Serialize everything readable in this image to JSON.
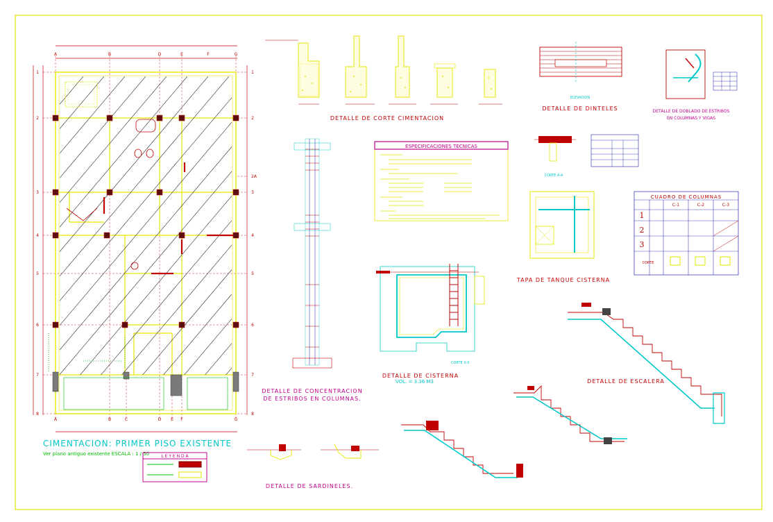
{
  "main_title": "CIMENTACION: PRIMER PISO EXISTENTE",
  "main_subtitle": "Ver plano antiguo existente  ESCALA :  1 / 50",
  "legend": {
    "title": "L E Y E N D A"
  },
  "axes_top": [
    "A",
    "B",
    "D",
    "E",
    "F",
    "G"
  ],
  "axes_bottom": [
    "A",
    "B",
    "C",
    "D",
    "E",
    "F",
    "G"
  ],
  "axes_left": [
    "1",
    "2",
    "3",
    "4",
    "5",
    "6",
    "7",
    "8"
  ],
  "axes_right": [
    "1",
    "2",
    "2A",
    "3",
    "4",
    "5",
    "6",
    "7",
    "8"
  ],
  "details": {
    "cimentacion": "DETALLE   DE   CORTE   CIMENTACION",
    "dinteles": "DETALLE   DE   DINTELES",
    "doblado_line1": "DETALLE DE DOBLADO DE ESTRIBOS",
    "doblado_line2": "EN COLUMNAS Y VIGAS",
    "especificaciones": "ESPECIFICACIONES TECNICAS",
    "concentracion_line1": "DETALLE  DE  CONCENTRACION",
    "concentracion_line2": "DE  ESTRIBOS  EN  COLUMNAS.",
    "cisterna": "DETALLE DE CISTERNA",
    "cisterna_vol": "VOL. = 3.36 M3",
    "tapa": "TAPA  DE  TANQUE  CISTERNA",
    "escalera": "DETALLE   DE   ESCALERA",
    "sardineles": "DETALLE  DE  SARDINELES.",
    "cuadro_columnas": "CUADRO     DE     COLUMNAS",
    "cuadro_rows": [
      "1",
      "2",
      "3"
    ],
    "cuadro_col_heads": [
      "C-1",
      "C-2",
      "C-3"
    ],
    "corte_label": "CORTE",
    "elevacion": "ELEVACION",
    "corte_aa": "CORTE A-A",
    "corte_xx": "CORTE X-X"
  }
}
